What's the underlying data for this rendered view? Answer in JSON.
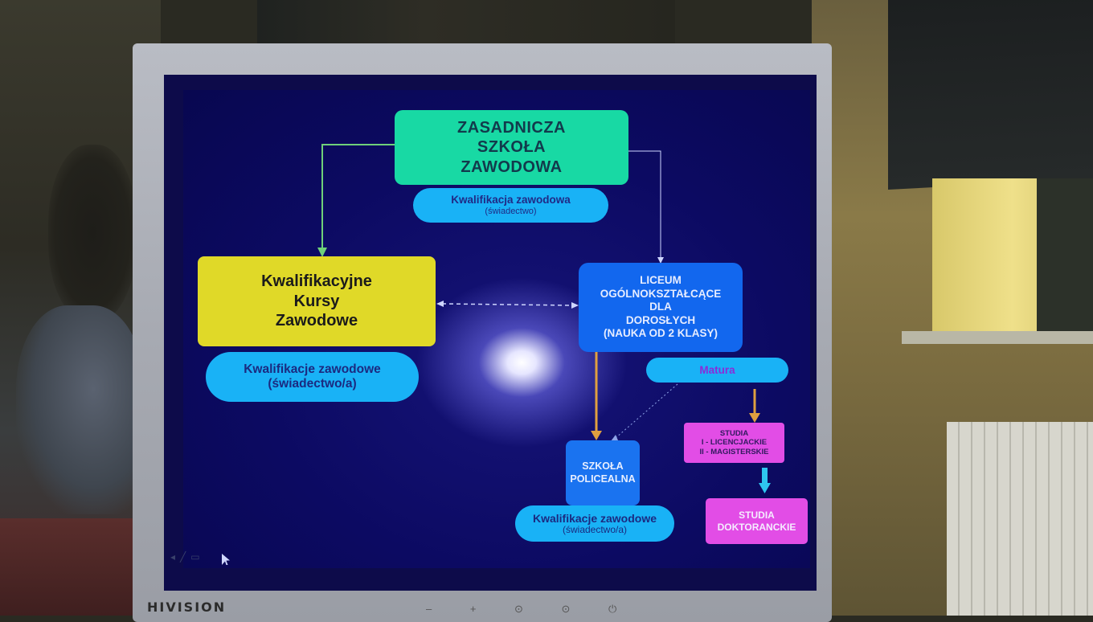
{
  "monitor": {
    "brand": "HIVISION",
    "controls": "– + ⊙ ⊙ ⏻"
  },
  "diagram": {
    "zsz_box": {
      "lines": [
        "ZASADNICZA",
        "SZKOŁA",
        "ZAWODOWA"
      ]
    },
    "zsz_oval": {
      "main": "Kwalifikacja zawodowa",
      "sub": "(świadectwo)"
    },
    "kkz_box": {
      "lines": [
        "Kwalifikacyjne",
        "Kursy",
        "Zawodowe"
      ]
    },
    "kkz_oval": {
      "main": "Kwalifikacje zawodowe",
      "sub": "(świadectwo/a)"
    },
    "lo_box": {
      "lines": [
        "LICEUM",
        "OGÓLNOKSZTAŁCĄCE",
        "DLA",
        "DOROSŁYCH",
        "(NAUKA OD 2 KLASY)"
      ]
    },
    "matura_oval": {
      "main": "Matura"
    },
    "sp_box": {
      "lines": [
        "SZKOŁA",
        "POLICEALNA"
      ]
    },
    "sp_oval": {
      "main": "Kwalifikacje zawodowe",
      "sub": "(świadectwo/a)"
    },
    "studia_box": {
      "lines": [
        "STUDIA",
        "I - LICENCJACKIE",
        "II - MAGISTERSKIE"
      ]
    },
    "doktor_box": {
      "lines": [
        "STUDIA",
        "DOKTORANCKIE"
      ]
    }
  },
  "colors": {
    "slide_bg": "#0c0a62",
    "green_box": "#18d9a4",
    "yellow_box": "#e0d928",
    "blue_box": "#1267ee",
    "cyan_oval": "#19b2f6",
    "magenta_box": "#e24de6",
    "arrow_green": "#6fd07a",
    "arrow_orange": "#e0a040",
    "arrow_cyan": "#2ec6f0"
  }
}
